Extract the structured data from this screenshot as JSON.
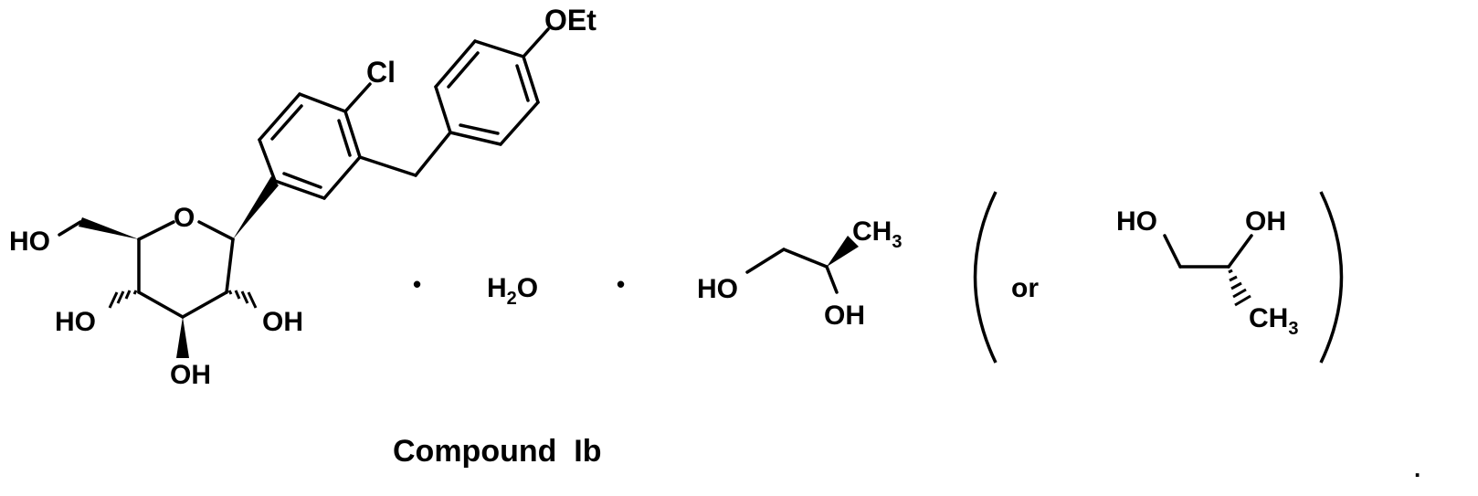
{
  "compound_label": "Compound  Ib",
  "atoms": {
    "oet": "OEt",
    "cl": "Cl",
    "ring_o": "O",
    "ho_ch2": "HO",
    "ho_c4": "HO",
    "oh_c2": "OH",
    "oh_c3": "OH"
  },
  "water": {
    "h": "H",
    "sub": "2",
    "o": "O"
  },
  "dot": "•",
  "propanediol_s": {
    "ho": "HO",
    "oh": "OH",
    "ch3": "CH",
    "ch3_sub": "3"
  },
  "or_text": "or",
  "propanediol_r": {
    "ho": "HO",
    "oh": "OH",
    "ch3": "CH",
    "ch3_sub": "3"
  },
  "period": "."
}
